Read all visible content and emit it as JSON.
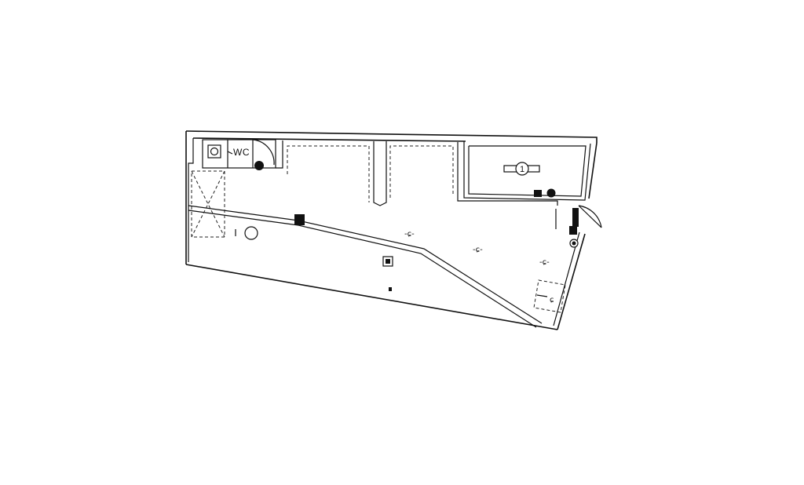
{
  "plan": {
    "rooms": {
      "wc_label": "WC",
      "main_room_number": "1"
    },
    "symbols": {
      "ceiling_light_glyph": "-ɕ-",
      "wall_outlet_glyph": "ɕ"
    },
    "icons": {
      "wc_toilet": "toilet-icon",
      "fan": "ceiling-fan-icon",
      "door_swing": "door-swing-icon",
      "fixture_light": "ceiling-light-icon",
      "column": "column-icon",
      "drain": "floor-drain-icon",
      "electrical_panel": "electrical-panel-icon",
      "sink": "sink-icon"
    },
    "colors": {
      "line": "#111111",
      "background": "#ffffff"
    }
  }
}
